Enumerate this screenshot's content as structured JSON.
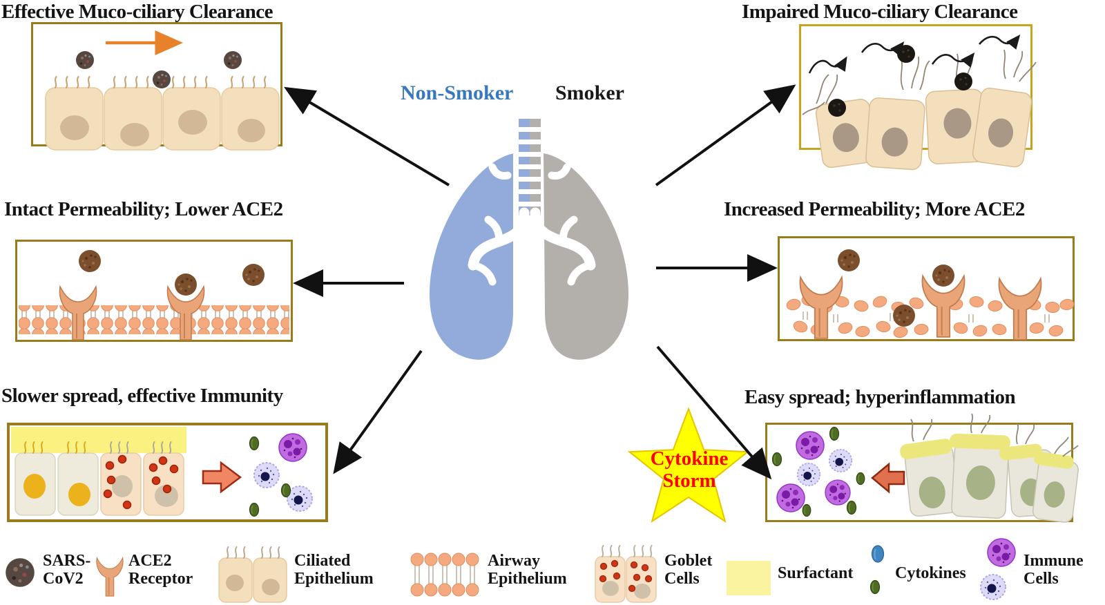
{
  "figure": {
    "description_icon": "lungs-icon",
    "center": {
      "non_smoker_label": "Non-Smoker",
      "smoker_label": "Smoker"
    },
    "panels": {
      "top_left": {
        "title": "Effective Muco-ciliary Clearance"
      },
      "top_right": {
        "title": "Impaired Muco-ciliary Clearance"
      },
      "mid_left": {
        "title": "Intact Permeability; Lower ACE2"
      },
      "mid_right": {
        "title": "Increased Permeability; More ACE2"
      },
      "bottom_left": {
        "title": "Slower spread, effective Immunity"
      },
      "bottom_right": {
        "title": "Easy spread; hyperinflammation"
      }
    },
    "cytokine_storm": {
      "label": "Cytokine\nStorm"
    },
    "legend": {
      "items": [
        {
          "icon": "sars-cov2-virus-icon",
          "label": "SARS-\nCoV2"
        },
        {
          "icon": "ace2-receptor-icon",
          "label": "ACE2\nReceptor"
        },
        {
          "icon": "ciliated-epithelium-icon",
          "label": "Ciliated\nEpithelium"
        },
        {
          "icon": "airway-epithelium-icon",
          "label": "Airway\nEpithelium"
        },
        {
          "icon": "goblet-cells-icon",
          "label": "Goblet\nCells"
        },
        {
          "icon": "surfactant-icon",
          "label": "Surfactant"
        },
        {
          "icon": "cytokines-icon",
          "label": "Cytokines"
        },
        {
          "icon": "immune-cells-icon",
          "label": "Immune\nCells"
        }
      ]
    },
    "colors": {
      "non_smoker_blue": "#3878BE",
      "smoker_black": "#1A1A1A",
      "lung_blue": "#92ABDB",
      "lung_gray": "#B3B0AC",
      "panel_border_olive": "#9A7B1C",
      "panel_border_gold": "#C8A41E",
      "cell_tan": "#F4DFBC",
      "membrane_salmon": "#F5A97E",
      "surfactant_yellow": "#FAF280",
      "cytokine_green": "#4E6C23",
      "cytokine_blue": "#3E86C2",
      "immune_purple": "#BE6BDD",
      "immune_lavender": "#DEDBF8",
      "storm_yellow": "#FFFF00",
      "storm_red": "#FF0000",
      "clearance_arrow_orange": "#E8822A",
      "virus_brown": "#7B4F2E",
      "goblet_granule_red": "#D13414"
    }
  }
}
